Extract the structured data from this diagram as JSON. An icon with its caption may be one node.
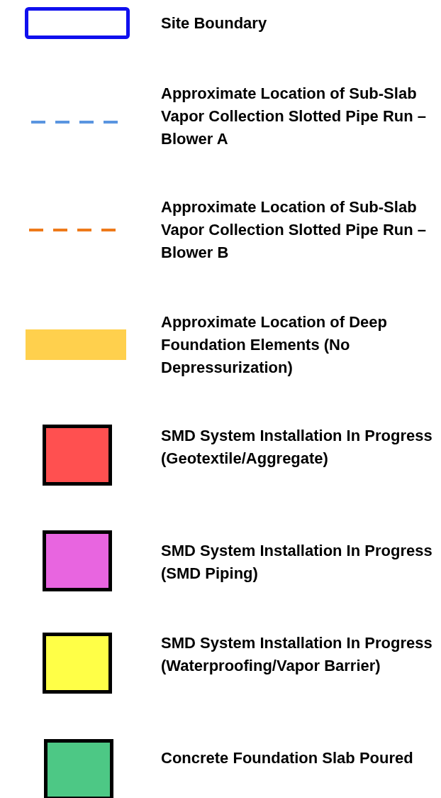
{
  "diagram": {
    "legend": [
      {
        "text": "Site Boundary"
      },
      {
        "text": "Approximate Location of Sub-Slab Vapor Collection Slotted Pipe Run – Blower A"
      },
      {
        "text": "Approximate Location of Sub-Slab Vapor Collection Slotted Pipe Run – Blower B"
      },
      {
        "text": "Approximate Location of Deep Foundation Elements (No Depressurization)",
        "color": "#ffd04d"
      },
      {
        "text": "SMD System Installation In Progress (Geotextile/Aggregate)",
        "color": "#ff5050"
      },
      {
        "text": "SMD System Installation In Progress (SMD Piping)",
        "color": "#e865e0"
      },
      {
        "text": "SMD System Installation In Progress (Waterproofing/Vapor Barrier)",
        "color": "#ffff47"
      },
      {
        "text": "Concrete Foundation Slab Poured",
        "color": "#4dc885"
      }
    ]
  }
}
